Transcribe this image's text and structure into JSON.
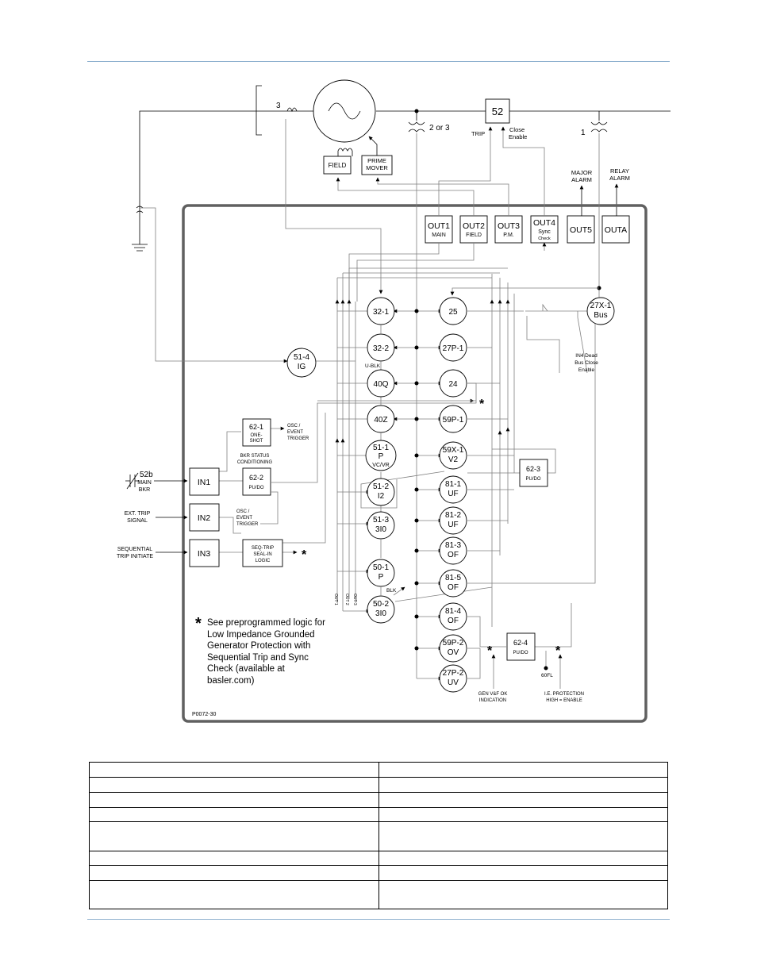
{
  "figure": {
    "id": "P0072-30",
    "asterisk": "*",
    "note": "See preprogrammed logic for Low Impedance Grounded Generator Protection with Sequential Trip and Sync Check (available at basler.com)"
  },
  "system": {
    "ct_count": "3",
    "vt_count_gen": "2 or 3",
    "vt_count_bus": "1",
    "breaker": "52",
    "trip": "TRIP",
    "close_1": "Close",
    "close_2": "Enable",
    "field": "FIELD",
    "prime_1": "PRIME",
    "prime_2": "MOVER",
    "major_1": "MAJOR",
    "major_2": "ALARM",
    "relay_1": "RELAY",
    "relay_2": "ALARM"
  },
  "outputs": [
    {
      "name": "OUT1",
      "sub": "MAIN"
    },
    {
      "name": "OUT2",
      "sub": "FIELD"
    },
    {
      "name": "OUT3",
      "sub": "P.M."
    },
    {
      "name": "OUT4",
      "sub": "Sync",
      "sub2": "Check"
    },
    {
      "name": "OUT5",
      "sub": ""
    },
    {
      "name": "OUTA",
      "sub": ""
    }
  ],
  "functions": {
    "f32_1": "32-1",
    "f32_2": "32-2",
    "f40q": "40Q",
    "f40z": "40Z",
    "f51_1": [
      "51-1",
      "P",
      "VC/VR"
    ],
    "f51_2": [
      "51-2",
      "I2"
    ],
    "f51_3": [
      "51-3",
      "3I0"
    ],
    "f50_1": [
      "50-1",
      "P"
    ],
    "f50_2": [
      "50-2",
      "3I0"
    ],
    "f51_4": [
      "51-4",
      "IG"
    ],
    "f25": "25",
    "f27p1": "27P-1",
    "f24": "24",
    "f59p1": "59P-1",
    "f59x1": [
      "59X-1",
      "V2"
    ],
    "f81_1": [
      "81-1",
      "UF"
    ],
    "f81_2": [
      "81-2",
      "UF"
    ],
    "f81_3": [
      "81-3",
      "OF"
    ],
    "f81_5": [
      "81-5",
      "OF"
    ],
    "f81_4": [
      "81-4",
      "OF"
    ],
    "f59p2": [
      "59P-2",
      "OV"
    ],
    "f27p2": [
      "27P-2",
      "UV"
    ],
    "f27x1": [
      "27X-1",
      "Bus"
    ]
  },
  "logic": {
    "l62_1": [
      "62-1",
      "ONE-",
      "SHOT"
    ],
    "l62_2": [
      "62-2",
      "PU/DO"
    ],
    "l62_3": [
      "62-3",
      "PU/DO"
    ],
    "l62_4": [
      "62-4",
      "PU/DO"
    ],
    "seq": [
      "SEQ-TRIP",
      "SEAL-IN",
      "LOGIC"
    ],
    "osc1": [
      "OSC /",
      "EVENT",
      "TRIGGER"
    ],
    "osc2": [
      "OSC /",
      "EVENT",
      "TRIGGER"
    ],
    "bkr": [
      "BKR STATUS",
      "CONDITIONING"
    ],
    "u_blk": "U-BLK",
    "blk": "BLK",
    "out1_tag": "OUT 1",
    "out2_tag": "OUT 2",
    "out3_tag": "OUT 3",
    "in4": [
      "IN4 Dead",
      "Bus Close",
      "Enable"
    ],
    "gen_ok": [
      "GEN V&F OK",
      "INDICATION"
    ],
    "ie_prot": [
      "I.E. PROTECTION",
      "HIGH = ENABLE"
    ],
    "fl60": "60FL"
  },
  "inputs": [
    {
      "name": "IN1",
      "label": [
        "MAIN",
        "BKR"
      ],
      "tag": "52b"
    },
    {
      "name": "IN2",
      "label": [
        "EXT. TRIP",
        "SIGNAL"
      ]
    },
    {
      "name": "IN3",
      "label": [
        "SEQUENTIAL",
        "TRIP INITIATE"
      ]
    }
  ],
  "table": {
    "rows": [
      [
        "",
        ""
      ],
      [
        "",
        ""
      ],
      [
        "",
        ""
      ],
      [
        "",
        ""
      ],
      [
        "",
        ""
      ],
      [
        "",
        ""
      ],
      [
        "",
        ""
      ],
      [
        "",
        ""
      ]
    ]
  }
}
